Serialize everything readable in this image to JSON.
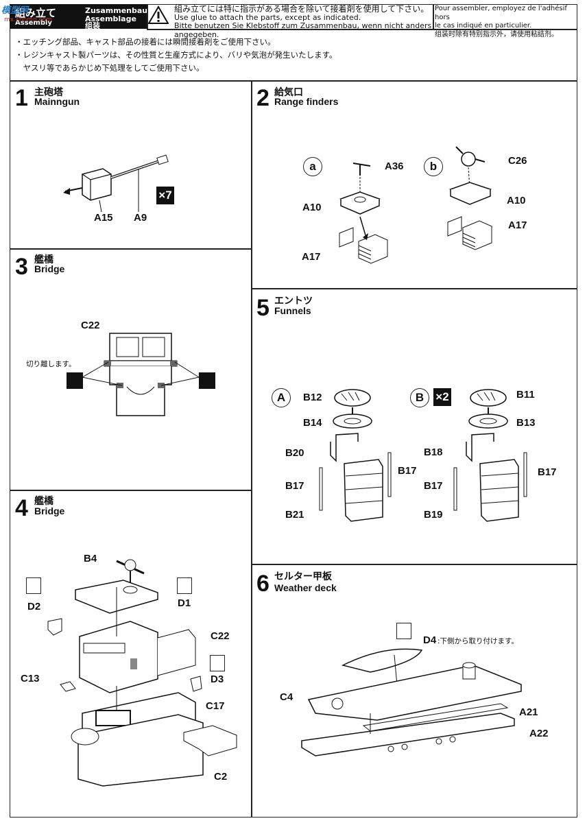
{
  "header": {
    "logo": "模型网",
    "logo_sub": "mx.chnmn.com",
    "jp_title": "組み立て",
    "de_title": "Zusammenbau",
    "fr_title": "Assemblage",
    "en_title": "Assembly",
    "cn_title": "组装",
    "glue_jp": "組み立てには特に指示がある場合を除いて接着剤を使用して下さい。",
    "glue_en": "Use glue to attach the parts, except as indicated.",
    "glue_de": "Bitte benutzen Sie Klebstoff zum Zusammenbau, wenn nicht anders angegeben.",
    "glue_fr1": "Pour assembler, employez de l'adhésif hors",
    "glue_fr2": "le cas indiqué en particulier.",
    "glue_cn": "组装时除有特别指示外，请使用粘结剂。"
  },
  "notes": [
    "・エッチング部品、キャスト部品の接着には瞬間接着剤をご使用下さい。",
    "・レジンキャスト製パーツは、その性質と生産方式により、バリや気泡が発生いたします。",
    "　ヤスリ等であらかじめ下処理をしてご使用下さい。"
  ],
  "steps": {
    "s1": {
      "num": "1",
      "jp": "主砲塔",
      "en": "Mainngun",
      "parts": [
        "A15",
        "A9"
      ],
      "mult": "×7"
    },
    "s2": {
      "num": "2",
      "jp": "給気口",
      "en": "Range finders",
      "variant_a": "a",
      "variant_b": "b",
      "parts_a": [
        "A36",
        "A10",
        "A17"
      ],
      "parts_b": [
        "C26",
        "A10",
        "A17"
      ]
    },
    "s3": {
      "num": "3",
      "jp": "艦橋",
      "en": "Bridge",
      "part": "C22",
      "cut_note": "切り離します。"
    },
    "s4": {
      "num": "4",
      "jp": "艦橋",
      "en": "Bridge",
      "parts": [
        "B4",
        "D1",
        "D2",
        "C22",
        "D3",
        "C13",
        "C17",
        "C2"
      ]
    },
    "s5": {
      "num": "5",
      "jp": "エントツ",
      "en": "Funnels",
      "variant_a": "A",
      "variant_b": "B",
      "mult": "×2",
      "parts_a": [
        "B12",
        "B14",
        "B20",
        "B17",
        "B17",
        "B21"
      ],
      "parts_b": [
        "B11",
        "B13",
        "B18",
        "B17",
        "B17",
        "B19"
      ]
    },
    "s6": {
      "num": "6",
      "jp": "セルター甲板",
      "en": "Weather deck",
      "parts": [
        "D4",
        "C4",
        "A21",
        "A22"
      ],
      "d4_note": ":下側から取り付けます。"
    }
  },
  "colors": {
    "ink": "#111111",
    "logo_blue": "#2a7fc9",
    "logo_red": "#c0392b"
  }
}
